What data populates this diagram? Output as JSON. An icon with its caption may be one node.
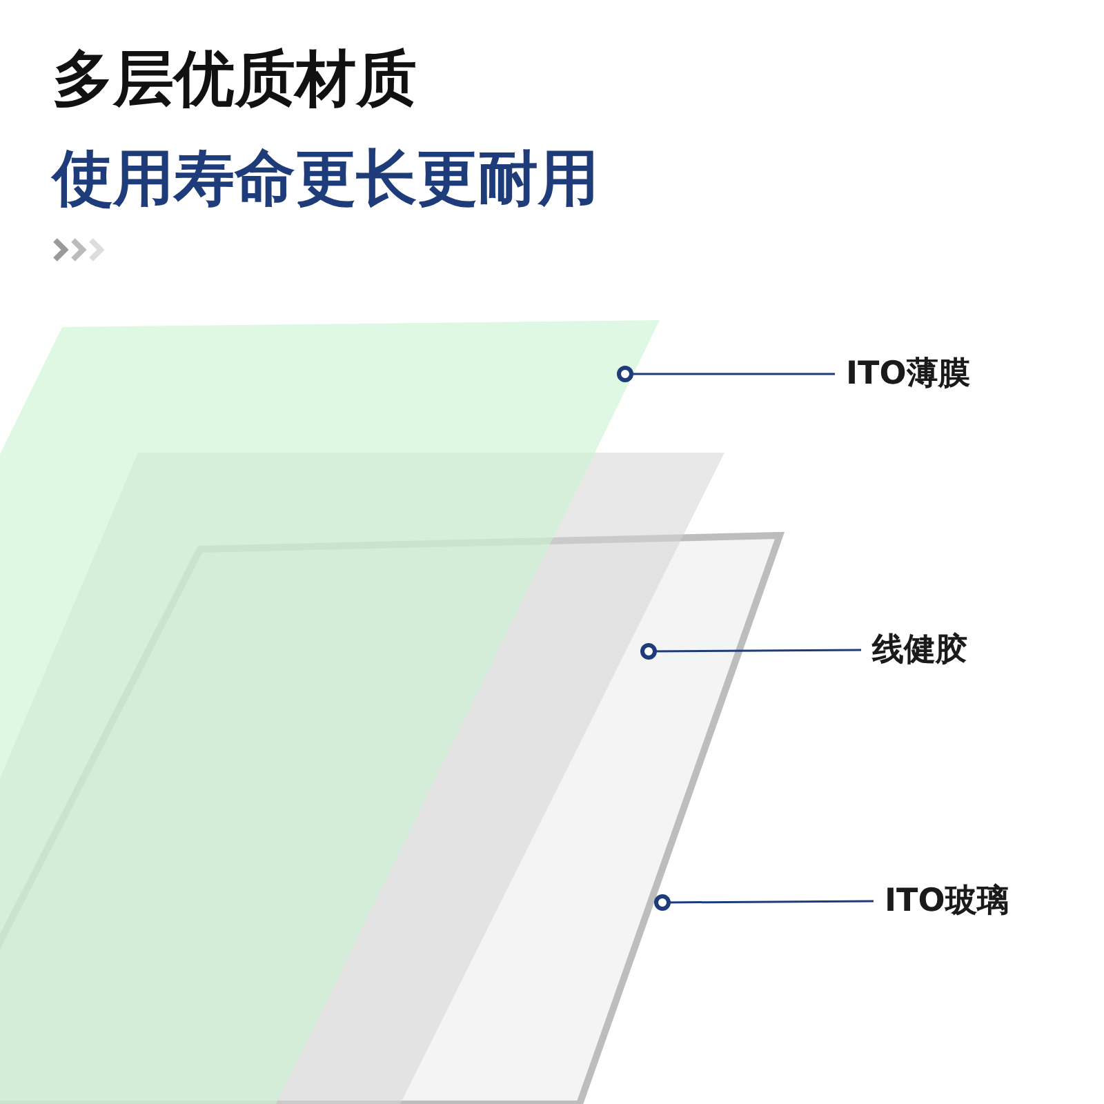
{
  "diagram": {
    "title": "多层优质材质",
    "nodes": [
      {
        "text": [],
        "shape": "box"
      },
      {
        "text": [],
        "shape": "box"
      },
      {
        "text": [],
        "shape": "box"
      },
      {
        "text": [
          "ITO薄膜"
        ]
      },
      {
        "text": [
          "线健胶"
        ]
      },
      {
        "text": [
          "ITO玻璃"
        ]
      }
    ],
    "edges": [
      {
        "from": 3,
        "to": 0,
        "arrow": "other"
      },
      {
        "from": 4,
        "to": 1,
        "arrow": "other"
      },
      {
        "from": 5,
        "to": 2,
        "arrow": "other"
      }
    ],
    "labels": [
      "使用寿命更长更耐用"
    ]
  }
}
